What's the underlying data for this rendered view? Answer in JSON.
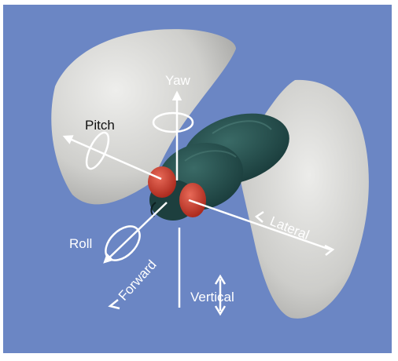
{
  "labels": {
    "yaw": "Yaw",
    "pitch": "Pitch",
    "roll": "Roll",
    "forward": "Forward",
    "vertical": "Vertical",
    "lateral": "Lateral"
  },
  "colors": {
    "background": "#6b86c4",
    "wing": "#d2d2d0",
    "body": "#1f4a4a",
    "eye": "#cf3c2e",
    "axis": "#ffffff"
  }
}
